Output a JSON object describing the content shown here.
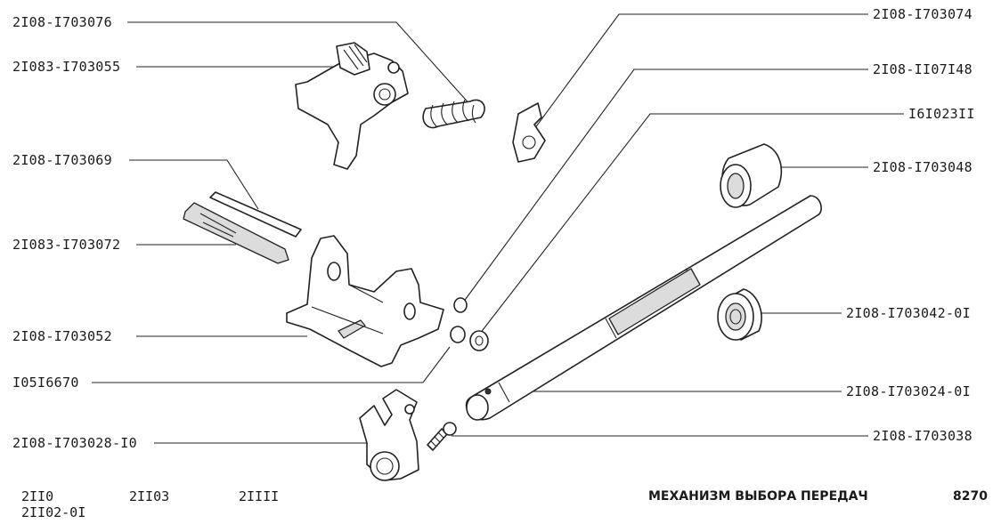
{
  "diagram": {
    "title": "МЕХАНИЗМ ВЫБОРА ПЕРЕДАЧ",
    "page_code": "8270",
    "models": [
      "2II0",
      "2II02-0I",
      "2II03",
      "2IIII"
    ],
    "left_labels": [
      "2I08-I703076",
      "2I083-I703055",
      "2I08-I703069",
      "2I083-I703072",
      "2I08-I703052",
      "I05I6670",
      "2I08-I703028-I0"
    ],
    "right_labels": [
      "2I08-I703074",
      "2I08-II07I48",
      "I6I023II",
      "2I08-I703048",
      "2I08-I703042-0I",
      "2I08-I703024-0I",
      "2I08-I703038"
    ]
  }
}
